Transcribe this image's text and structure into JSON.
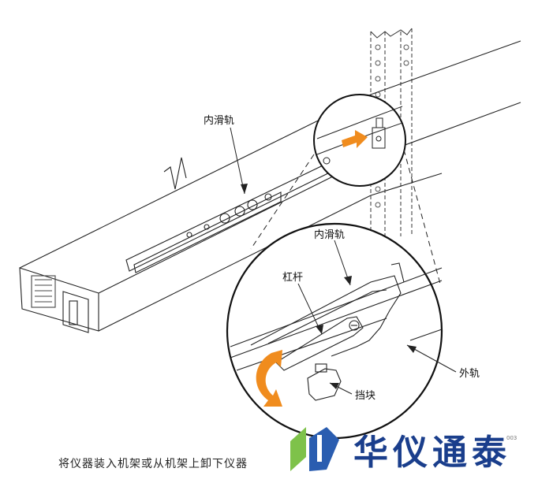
{
  "labels": {
    "inner_rail_top": "内滑轨",
    "inner_rail_zoom": "内滑轨",
    "lever": "杠杆",
    "outer_rail": "外轨",
    "stop_block": "挡块"
  },
  "caption": "将仪器装入机架或从机架上卸下仪器",
  "watermark": {
    "brand_text": "华仪通泰",
    "code": "003"
  },
  "colors": {
    "arrow": "#f08c1e",
    "line": "#222222",
    "brand_blue": "#1a3e8c",
    "logo_green": "#7ec24a",
    "logo_blue": "#2a5db0"
  }
}
